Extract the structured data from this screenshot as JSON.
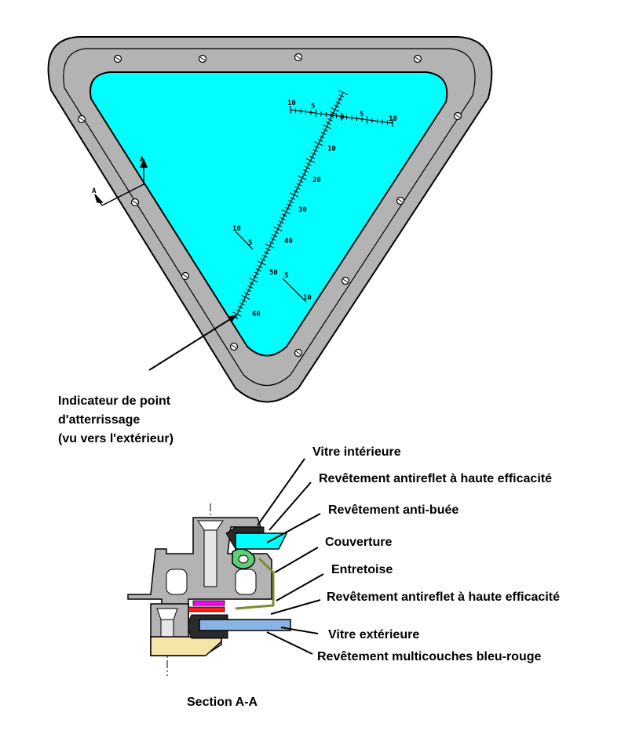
{
  "window": {
    "title": "Indicateur de point d'atterrissage - Section A-A"
  },
  "colors": {
    "glass_cyan": "#00ffff",
    "frame_gray": "#b3b3b3",
    "antifog_green": "#5fd07a",
    "magenta": "#ff00ff",
    "red": "#ff1a1a",
    "outer_glass_blue": "#8ab4e6",
    "beige": "#f5e6a8"
  },
  "section_marker": {
    "letter_up": "A",
    "letter_left": "A"
  },
  "scale": {
    "top_tick_labels": [
      "10",
      "5",
      "0",
      "5",
      "10"
    ],
    "main_tick_labels": [
      "10",
      "20",
      "30",
      "40",
      "50",
      "60"
    ],
    "left_cross_labels": [
      "10",
      "5"
    ],
    "right_cross_labels": [
      "5",
      "10"
    ]
  },
  "callouts": {
    "indicator": {
      "line1": "Indicateur de point",
      "line2": "d'atterrissage",
      "line3": "(vu vers l'extérieur)"
    },
    "section_labels": [
      "Vitre intérieure",
      "Revêtement antireflet à haute efficacité",
      "Revêtement anti-buée",
      "Couverture",
      "Entretoise",
      "Revêtement antireflet à haute efficacité",
      "Vitre extérieure",
      "Revêtement multicouches bleu-rouge"
    ],
    "section_title": "Section A-A"
  }
}
